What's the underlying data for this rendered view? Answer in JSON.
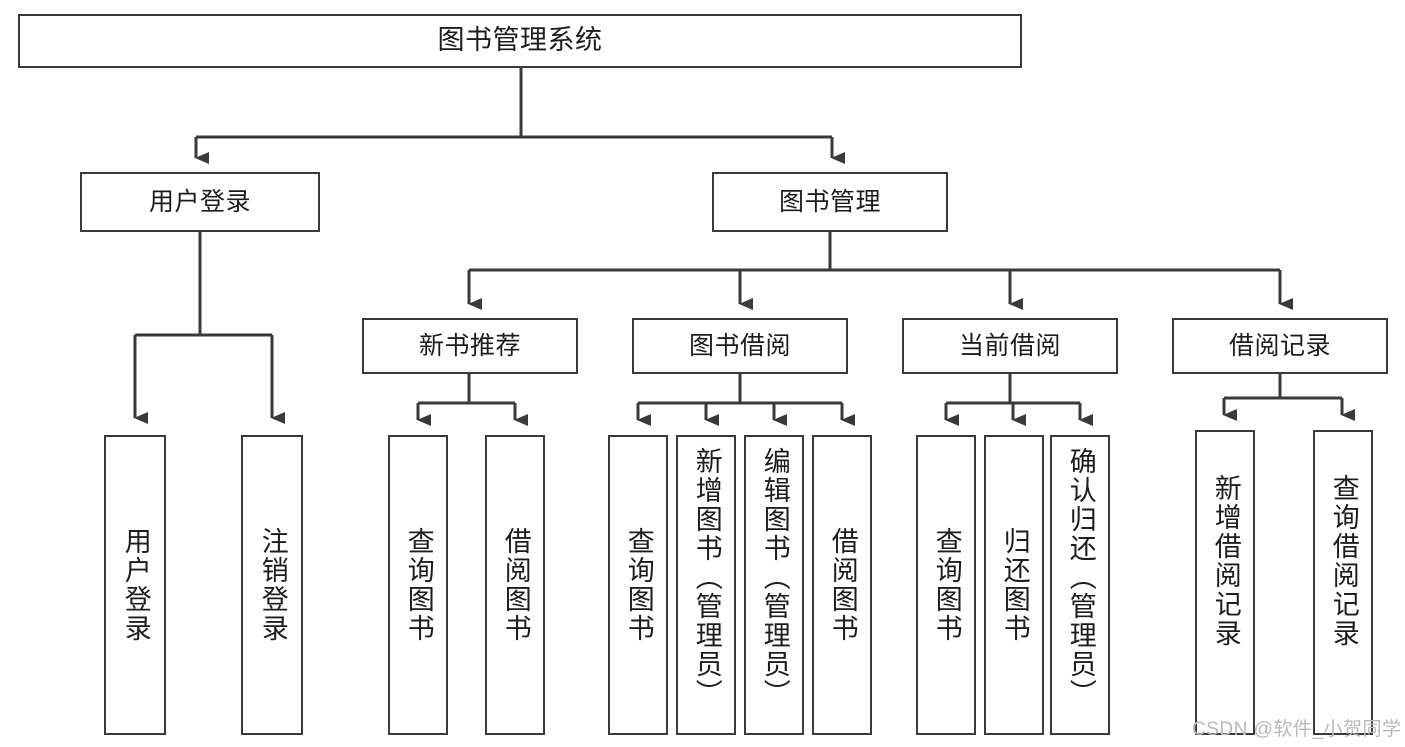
{
  "diagram": {
    "title": "图书管理系统",
    "type": "hierarchy-tree",
    "root": {
      "label": "图书管理系统"
    },
    "level2": [
      {
        "label": "用户登录"
      },
      {
        "label": "图书管理"
      }
    ],
    "level3": [
      {
        "label": "新书推荐"
      },
      {
        "label": "图书借阅"
      },
      {
        "label": "当前借阅"
      },
      {
        "label": "借阅记录"
      }
    ],
    "leaves": {
      "user_login": [
        {
          "label": "用户登录"
        },
        {
          "label": "注销登录"
        }
      ],
      "new_book_recommend": [
        {
          "label": "查询图书"
        },
        {
          "label": "借阅图书"
        }
      ],
      "book_borrow": [
        {
          "label": "查询图书"
        },
        {
          "label": "新增图书（管理员）"
        },
        {
          "label": "编辑图书（管理员）"
        },
        {
          "label": "借阅图书"
        }
      ],
      "current_borrow": [
        {
          "label": "查询图书"
        },
        {
          "label": "归还图书"
        },
        {
          "label": "确认归还（管理员）"
        }
      ],
      "borrow_record": [
        {
          "label": "新增借阅记录"
        },
        {
          "label": "查询借阅记录"
        }
      ]
    }
  },
  "watermark": {
    "text": "CSDN @软件_小贺同学"
  },
  "colors": {
    "border": "#3a3a3a",
    "text": "#1d1d1d",
    "background": "#ffffff",
    "watermark": "#b9b9b9"
  }
}
